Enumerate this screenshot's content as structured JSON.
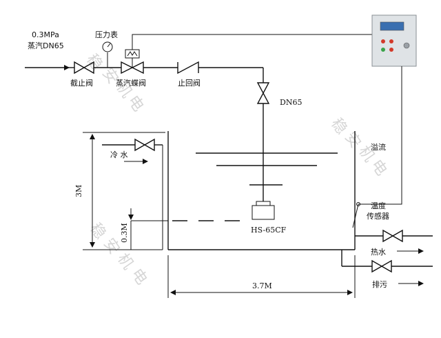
{
  "labels": {
    "pressure": "0.3MPa",
    "steam_inlet": "蒸汽DN65",
    "pressure_gauge": "压力表",
    "stop_valve": "截止阀",
    "steam_butterfly_valve": "蒸汽蝶阀",
    "check_valve": "止回阀",
    "pipe_size": "DN65",
    "cold_water": "冷 水",
    "overflow": "溢流",
    "temp_sensor_line1": "温度",
    "temp_sensor_line2": "传感器",
    "hot_water": "热水",
    "drain": "排污",
    "heater_model": "HS-65CF",
    "tank_height": "3M",
    "water_level": "0.3M",
    "tank_width": "3.7M"
  },
  "watermark": [
    "稳",
    "安",
    "机",
    "电"
  ],
  "colors": {
    "line": "#111111",
    "panel_body": "#dfe3e6",
    "panel_display": "#3a6fb0",
    "lamp_red": "#d23a2a",
    "lamp_green": "#3aa34a",
    "watermark": "#d6d6d6"
  }
}
